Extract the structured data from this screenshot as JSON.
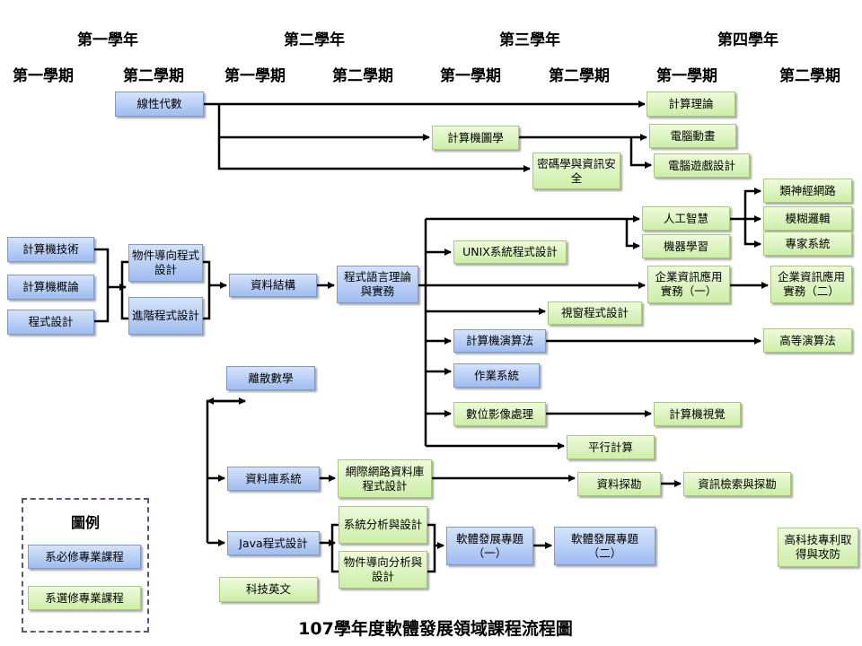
{
  "years": [
    "第一學年",
    "第二學年",
    "第三學年",
    "第四學年"
  ],
  "semesters": [
    "第一學期",
    "第二學期",
    "第一學期",
    "第二學期",
    "第一學期",
    "第二學期",
    "第一學期",
    "第二學期"
  ],
  "nodes": {
    "linear_algebra": "線性代數",
    "theory_of_computation": "計算理論",
    "computer_graphics": "計算機圖學",
    "computer_animation": "電腦動畫",
    "cryptography": "密碼學與資訊安全",
    "game_design": "電腦遊戲設計",
    "neural_networks": "類神經網路",
    "fuzzy_logic": "模糊邏輯",
    "ai": "人工智慧",
    "expert_systems": "專家系統",
    "machine_learning": "機器學習",
    "computer_tech": "計算機技術",
    "unix_programming": "UNIX系統程式設計",
    "oop": "物件導向程式設計",
    "intro_cs": "計算機概論",
    "data_structures": "資料結構",
    "programming_languages": "程式語言理論與實務",
    "enterprise_app1": "企業資訊應用實務（一）",
    "enterprise_app2": "企業資訊應用實務（二）",
    "programming": "程式設計",
    "advanced_programming": "進階程式設計",
    "window_programming": "視窗程式設計",
    "algorithms": "計算機演算法",
    "advanced_algorithms": "高等演算法",
    "discrete_math": "離散數學",
    "operating_systems": "作業系統",
    "digital_image": "數位影像處理",
    "computer_vision": "計算機視覺",
    "parallel_computing": "平行計算",
    "database": "資料庫系統",
    "web_database": "網際網路資料庫程式設計",
    "data_mining": "資料探勘",
    "info_retrieval": "資訊檢索與探勘",
    "system_analysis": "系統分析與設計",
    "java": "Java程式設計",
    "software_project1": "軟體發展專題（一）",
    "software_project2": "軟體發展專題（二）",
    "ooad": "物件導向分析與設計",
    "patents": "高科技專利取得與攻防",
    "tech_english": "科技英文"
  },
  "legend": {
    "title": "圖例",
    "required": "系必修專業課程",
    "elective": "系選修專業課程"
  },
  "title": "107學年度軟體發展領域課程流程圖",
  "colors": {
    "required": "#a9c4f2",
    "elective": "#d4f0b0",
    "legend_border": "#6b4c7a"
  }
}
